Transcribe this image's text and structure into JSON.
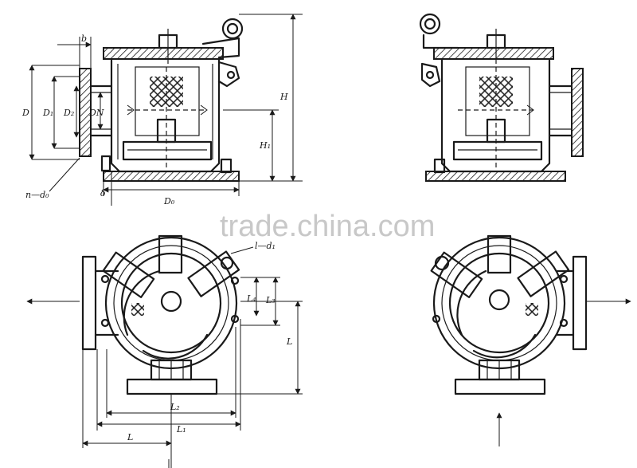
{
  "watermark": "trade.china.com",
  "side_left": {
    "dim_b": "b",
    "dim_D": "D",
    "dim_D1": "D₁",
    "dim_D2": "D₂",
    "dim_DN": "DN",
    "dim_H": "H",
    "dim_H1": "H₁",
    "dim_D0": "D₀",
    "dim_delta": "δ",
    "dim_n_d0": "n—d₀"
  },
  "plan_left": {
    "dim_l_d1": "l—d₁",
    "dim_L4": "L₄",
    "dim_L3": "L₃",
    "dim_L": "L",
    "dim_L2": "L₂",
    "dim_L1": "L₁",
    "dim_Lb": "L"
  }
}
